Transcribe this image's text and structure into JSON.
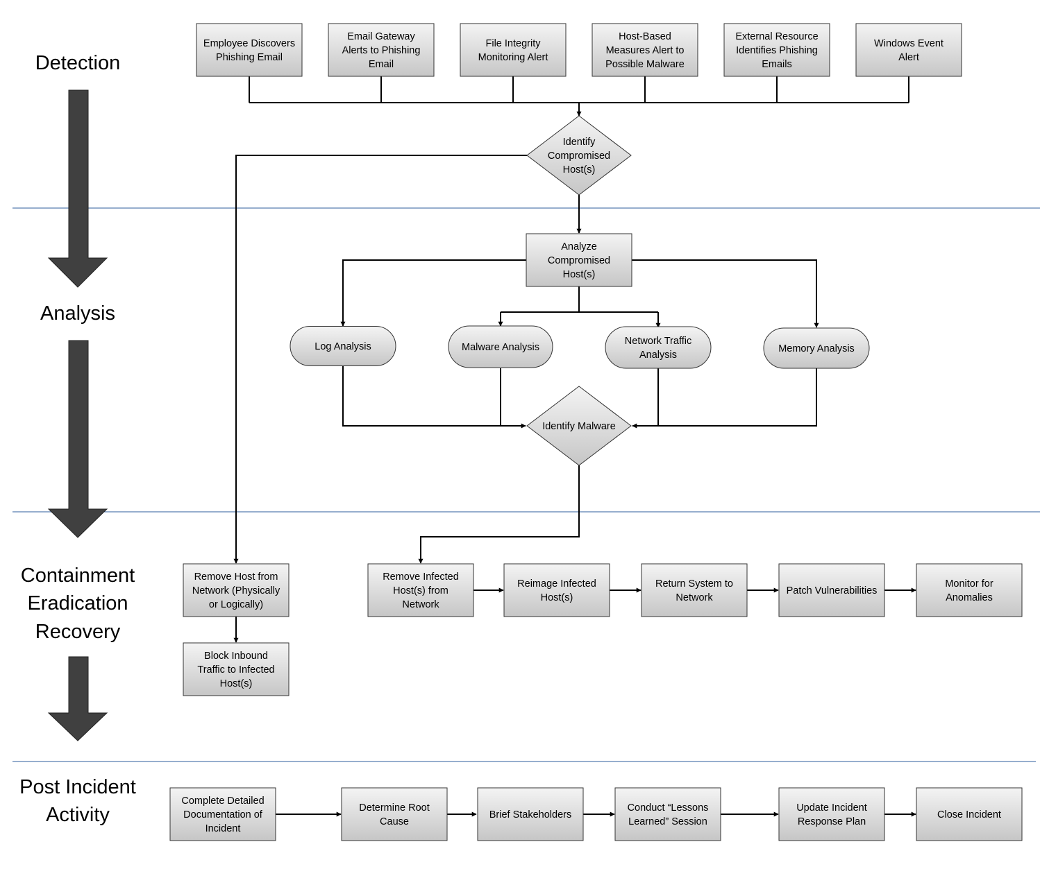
{
  "phases": {
    "detection": "Detection",
    "analysis": "Analysis",
    "containment": [
      "Containment",
      "Eradication",
      "Recovery"
    ],
    "post_incident": [
      "Post Incident",
      "Activity"
    ]
  },
  "nodes": {
    "employee_discovers": [
      "Employee Discovers",
      "Phishing Email"
    ],
    "email_gateway": [
      "Email Gateway",
      "Alerts to Phishing",
      "Email"
    ],
    "file_integrity": [
      "File Integrity",
      "Monitoring Alert"
    ],
    "host_based": [
      "Host-Based",
      "Measures Alert to",
      "Possible Malware"
    ],
    "external_resource": [
      "External Resource",
      "Identifies Phishing",
      "Emails"
    ],
    "windows_event": [
      "Windows Event",
      "Alert"
    ],
    "identify_compromised": [
      "Identify",
      "Compromised",
      "Host(s)"
    ],
    "analyze_compromised": [
      "Analyze",
      "Compromised",
      "Host(s)"
    ],
    "log_analysis": [
      "Log Analysis"
    ],
    "malware_analysis": [
      "Malware Analysis"
    ],
    "network_traffic_analysis": [
      "Network Traffic",
      "Analysis"
    ],
    "memory_analysis": [
      "Memory Analysis"
    ],
    "identify_malware": [
      "Identify Malware"
    ],
    "remove_host": [
      "Remove Host from",
      "Network (Physically",
      "or Logically)"
    ],
    "block_inbound": [
      "Block Inbound",
      "Traffic to Infected",
      "Host(s)"
    ],
    "remove_infected": [
      "Remove Infected",
      "Host(s) from",
      "Network"
    ],
    "reimage": [
      "Reimage Infected",
      "Host(s)"
    ],
    "return_system": [
      "Return System to",
      "Network"
    ],
    "patch": [
      "Patch Vulnerabilities"
    ],
    "monitor": [
      "Monitor for",
      "Anomalies"
    ],
    "complete_doc": [
      "Complete Detailed",
      "Documentation of",
      "Incident"
    ],
    "root_cause": [
      "Determine Root",
      "Cause"
    ],
    "brief": [
      "Brief Stakeholders"
    ],
    "lessons": [
      "Conduct “Lessons",
      "Learned” Session"
    ],
    "update_plan": [
      "Update Incident",
      "Response Plan"
    ],
    "close": [
      "Close Incident"
    ]
  },
  "colors": {
    "node_fill_top": "#f2f2f2",
    "node_fill_bottom": "#c8c8c8",
    "divider": "#2e5d9e",
    "phase_arrow": "#404040"
  }
}
